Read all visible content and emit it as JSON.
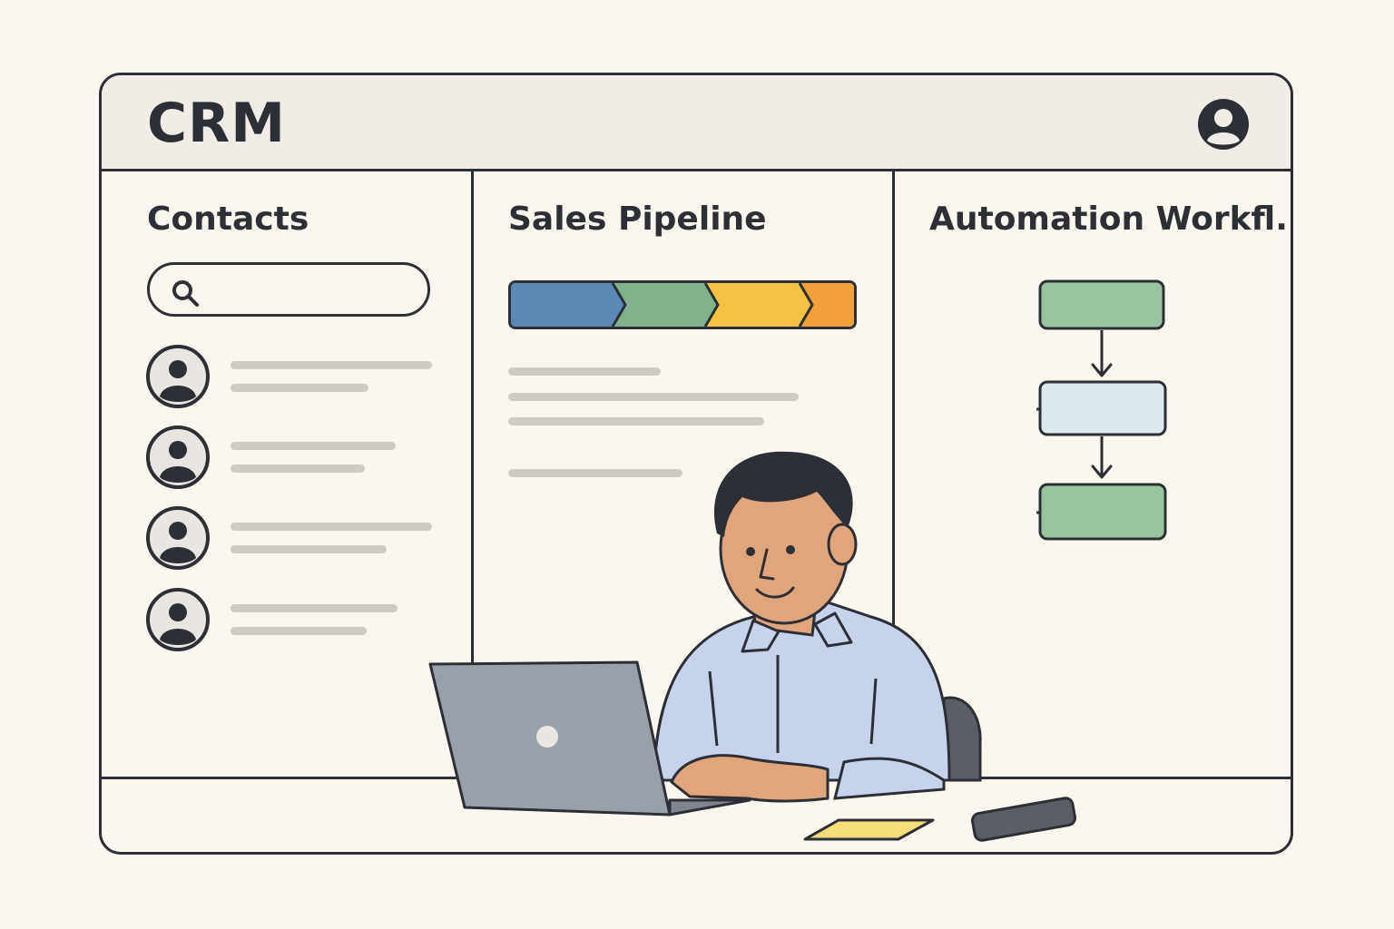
{
  "app": {
    "title": "CRM"
  },
  "header": {
    "profile_icon": "user-circle-icon"
  },
  "contacts": {
    "title": "Contacts",
    "search": {
      "value": "",
      "placeholder": "",
      "icon": "search-icon"
    },
    "items_count_visible": 4
  },
  "pipeline": {
    "title": "Sales Pipeline",
    "stages": [
      {
        "color": "#5b88b4"
      },
      {
        "color": "#7fb38b"
      },
      {
        "color": "#f6c244"
      },
      {
        "color": "#f2a03a"
      }
    ]
  },
  "automation": {
    "title": "Automation Workfl..",
    "nodes": [
      {
        "color": "#97c49e"
      },
      {
        "color": "#dce9ee"
      },
      {
        "color": "#97c49e"
      }
    ]
  },
  "colors": {
    "ink": "#2d2f36",
    "background": "#fbf7f0",
    "placeholder_line": "#cfcbc3",
    "shirt": "#c7d2eb",
    "skin": "#e0a57a",
    "laptop": "#9aa0aa",
    "sticky_note": "#f7dc7a"
  }
}
